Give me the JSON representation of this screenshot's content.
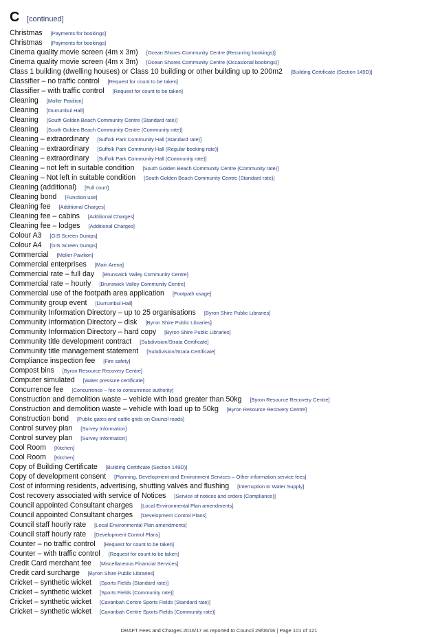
{
  "heading": {
    "letter": "C",
    "continued": "[continued]"
  },
  "entries": [
    {
      "term": "Christmas",
      "context": "[Payments for bookings]"
    },
    {
      "term": "Christmas",
      "context": "[Payments for bookings]"
    },
    {
      "term": "Cinema quality movie screen (4m x 3m)",
      "context": "[Ocean Shores Community Centre (Recurring bookings)]"
    },
    {
      "term": "Cinema quality movie screen (4m x 3m)",
      "context": "[Ocean Shores Community Centre (Occasional bookings)]"
    },
    {
      "term": "Class 1 building (dwelling houses) or Class 10 building or other building up to 200m2",
      "context": "[Building Certificate (Section 149D)]"
    },
    {
      "term": "Classifier – no traffic control",
      "context": "[Request for count to be taken]"
    },
    {
      "term": "Classifier – with traffic control",
      "context": "[Request for count to be taken]"
    },
    {
      "term": "Cleaning",
      "context": "[Moller Pavilion]"
    },
    {
      "term": "Cleaning",
      "context": "[Durrumbul Hall]"
    },
    {
      "term": "Cleaning",
      "context": "[South Golden Beach Community Centre (Standard rate)]"
    },
    {
      "term": "Cleaning",
      "context": "[South Golden Beach Community Centre (Community rate)]"
    },
    {
      "term": "Cleaning – extraordinary",
      "context": "[Suffolk Park Community Hall (Standard rate)]"
    },
    {
      "term": "Cleaning – extraordinary",
      "context": "[Suffolk Park Community Hall (Regular booking rate)]"
    },
    {
      "term": "Cleaning – extraordinary",
      "context": "[Suffolk Park Community Hall (Community rate)]"
    },
    {
      "term": "Cleaning – not left in suitable condition",
      "context": "[South Golden Beach Community Centre (Community rate)]"
    },
    {
      "term": "Cleaning – Not left in suitable condition",
      "context": "[South Golden Beach Community Centre (Standard rate)]"
    },
    {
      "term": "Cleaning (additional)",
      "context": "[Full court]"
    },
    {
      "term": "Cleaning bond",
      "context": "[Function use]"
    },
    {
      "term": "Cleaning fee",
      "context": "[Additional Charges]"
    },
    {
      "term": "Cleaning fee – cabins",
      "context": "[Additional Charges]"
    },
    {
      "term": "Cleaning fee – lodges",
      "context": "[Additional Charges]"
    },
    {
      "term": "Colour A3",
      "context": "[GIS Screen Dumps]"
    },
    {
      "term": "Colour A4",
      "context": "[GIS Screen Dumps]"
    },
    {
      "term": "Commercial",
      "context": "[Moller Pavilion]"
    },
    {
      "term": "Commercial enterprises",
      "context": "[Main Arena]"
    },
    {
      "term": "Commercial rate – full day",
      "context": "[Brunswick Valley Community Centre]"
    },
    {
      "term": "Commercial rate – hourly",
      "context": "[Brunswick Valley Community Centre]"
    },
    {
      "term": "Commercial use of the footpath area application",
      "context": "[Footpath usage]"
    },
    {
      "term": "Community group event",
      "context": "[Durrumbul Hall]"
    },
    {
      "term": "Community Information Directory – up to 25 organisations",
      "context": "[Byron Shire Public Libraries]"
    },
    {
      "term": "Community Information Directory – disk",
      "context": "[Byron Shire Public Libraries]"
    },
    {
      "term": "Community Information Directory – hard copy",
      "context": "[Byron Shire Public Libraries]"
    },
    {
      "term": "Community title development contract",
      "context": "[Subdivision/Strata Certificate]"
    },
    {
      "term": "Community title management statement",
      "context": "[Subdivision/Strata Certificate]"
    },
    {
      "term": "Compliance inspection fee",
      "context": "[Fire safety]"
    },
    {
      "term": "Compost bins",
      "context": "[Byron Resource Recovery Centre]"
    },
    {
      "term": "Computer simulated",
      "context": "[Water pressure certificate]"
    },
    {
      "term": "Concurrence fee",
      "context": "[Concurrence – fee to concurrence authority]"
    },
    {
      "term": "Construction and demolition waste – vehicle with load greater than 50kg",
      "context": "[Byron Resource Recovery Centre]"
    },
    {
      "term": "Construction and demolition waste – vehicle with load up to 50kg",
      "context": "[Byron Resource Recovery Centre]"
    },
    {
      "term": "Construction bond",
      "context": "[Public gates and cattle grids on Council roads]"
    },
    {
      "term": "Control survey plan",
      "context": "[Survey Information]"
    },
    {
      "term": "Control survey plan",
      "context": "[Survey Information]"
    },
    {
      "term": "Cool Room",
      "context": "[Kitchen]"
    },
    {
      "term": "Cool Room",
      "context": "[Kitchen]"
    },
    {
      "term": "Copy of Building Certificate",
      "context": "[Building Certificate (Section 149D)]"
    },
    {
      "term": "Copy of development consent",
      "context": "[Planning, Development and Environment Services – Other information service fees]"
    },
    {
      "term": "Cost of informing residents, advertising, shutting valves and flushing",
      "context": "[Interruption to Water Supply]"
    },
    {
      "term": "Cost recovery associated with service of Notices",
      "context": "[Service of notices and orders (Compliance)]"
    },
    {
      "term": "Council appointed Consultant charges",
      "context": "[Local Environmental Plan amendments]"
    },
    {
      "term": "Council appointed Consultant charges",
      "context": "[Development Control Plans]"
    },
    {
      "term": "Council staff hourly rate",
      "context": "[Local Environmental Plan amendments]"
    },
    {
      "term": "Council staff hourly rate",
      "context": "[Development Control Plans]"
    },
    {
      "term": "Counter – no traffic control",
      "context": "[Request for count to be taken]"
    },
    {
      "term": "Counter – with traffic control",
      "context": "[Request for count to be taken]"
    },
    {
      "term": "Credit Card merchant fee",
      "context": "[Miscellaneous Financial Services]"
    },
    {
      "term": "Credit card surcharge",
      "context": "[Byron Shire Public Libraries]"
    },
    {
      "term": "Cricket – synthetic wicket",
      "context": "[Sports Fields (Standard rate)]"
    },
    {
      "term": "Cricket – synthetic wicket",
      "context": "[Sports Fields (Community rate)]"
    },
    {
      "term": "Cricket – synthetic wicket",
      "context": "[Cavanbah Centre Sports Fields (Standard rate)]"
    },
    {
      "term": "Cricket – synthetic wicket",
      "context": "[Cavanbah Centre Sports Fields (Community rate)]"
    }
  ],
  "footer": "DRAFT Fees and Charges 2016/17 as reported to Council 29/06/16 | Page 101 of 121"
}
